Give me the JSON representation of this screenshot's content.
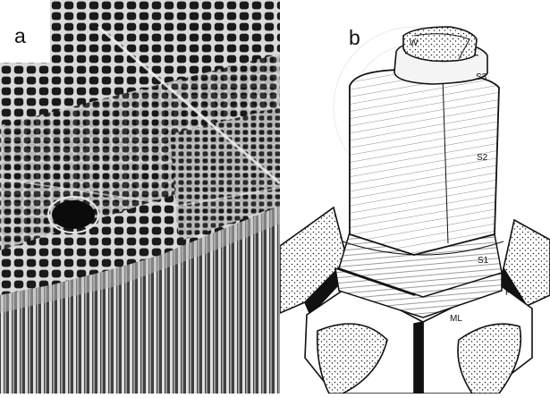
{
  "panels": {
    "a": {
      "letter": "a"
    },
    "b": {
      "letter": "b"
    }
  },
  "layers": {
    "w": "W",
    "s3": "S3",
    "s2": "S2",
    "s1": "S1",
    "p": "P",
    "ml": "ML"
  }
}
